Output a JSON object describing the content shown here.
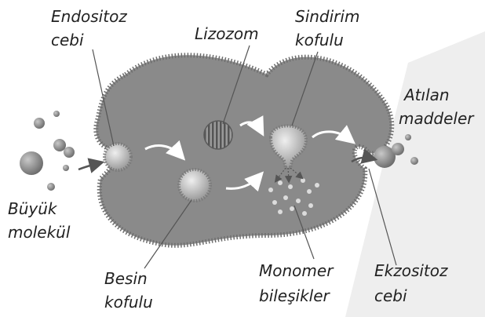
{
  "labels": {
    "endocytosis_pocket": [
      "Endositoz",
      "cebi"
    ],
    "lysosome": [
      "Lizozom"
    ],
    "digestive_vacuole": [
      "Sindirim",
      "kofulu"
    ],
    "excreted_substances": [
      "Atılan",
      "maddeler"
    ],
    "large_molecule": [
      "Büyük",
      "molekül"
    ],
    "food_vacuole": [
      "Besin",
      "kofulu"
    ],
    "monomer_compounds": [
      "Monomer",
      "bileşikler"
    ],
    "exocytosis_pocket": [
      "Ekzositoz",
      "cebi"
    ]
  },
  "colors": {
    "cell_fill": "#8a8a8a",
    "membrane": "#7a7a7a",
    "vesicle": "#c0c0c0",
    "arrow": "#ffffff",
    "text": "#222222",
    "background_shape": "#eeeeee"
  }
}
